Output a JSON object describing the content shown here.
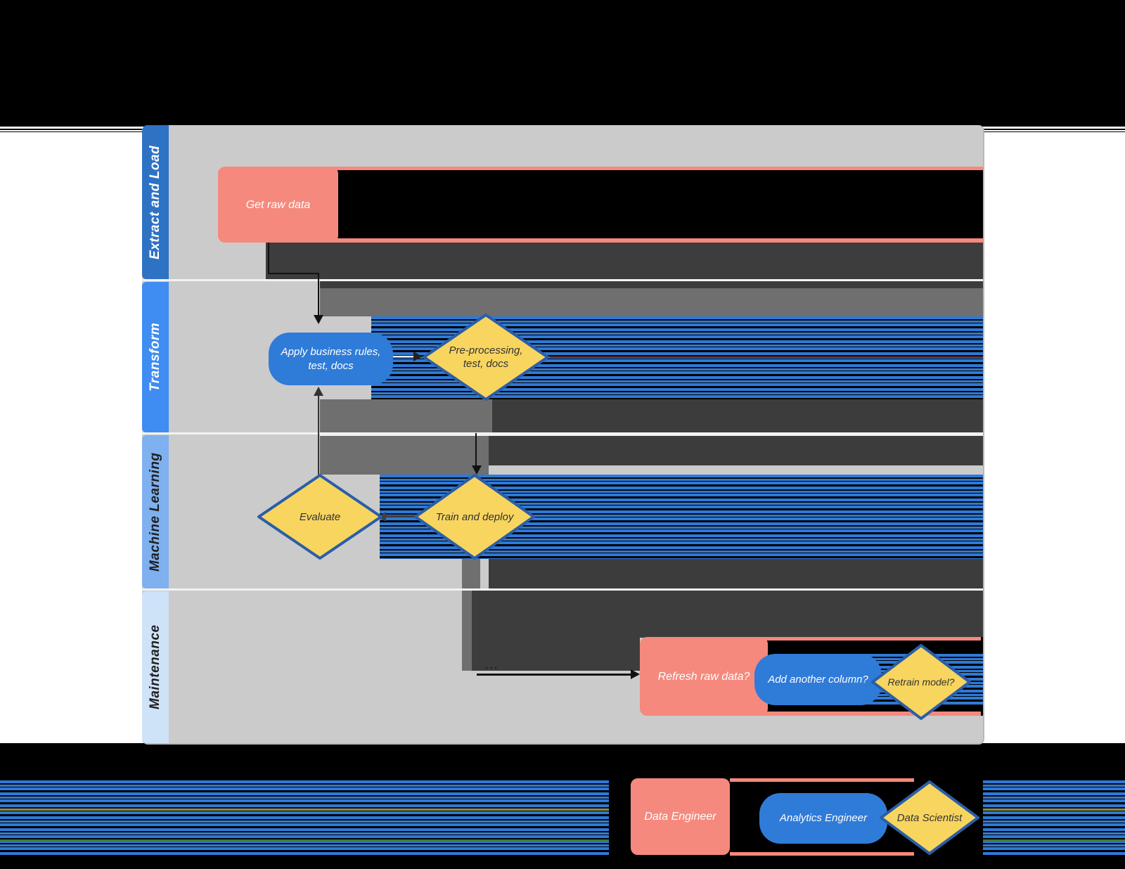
{
  "lanes": [
    {
      "label": "Extract and Load",
      "color": "#2e72c4",
      "text_color": "#ffffff"
    },
    {
      "label": "Transform",
      "color": "#3f8cf2",
      "text_color": "#ffffff"
    },
    {
      "label": "Machine Learning",
      "color": "#7fb0ef",
      "text_color": "#1f1f1f"
    },
    {
      "label": "Maintenance",
      "color": "#cfe3f8",
      "text_color": "#1f1f1f"
    }
  ],
  "shapes": {
    "get_raw_data": {
      "label": "Get raw data",
      "type": "process",
      "role": "Data Engineer",
      "color": "#f5897d"
    },
    "apply_business_rules": {
      "label": "Apply business rules, test, docs",
      "type": "rounded",
      "role": "Analytics Engineer",
      "color": "#2f7bd8"
    },
    "pre_processing": {
      "label": "Pre-processing, test, docs",
      "type": "decision",
      "role": "Data Scientist",
      "color": "#f8d55f"
    },
    "evaluate": {
      "label": "Evaluate",
      "type": "decision",
      "role": "Data Scientist",
      "color": "#f8d55f"
    },
    "train_and_deploy": {
      "label": "Train and deploy",
      "type": "decision",
      "role": "Data Scientist",
      "color": "#f8d55f"
    },
    "refresh_raw_data": {
      "label": "Refresh raw data?",
      "type": "process",
      "role": "Data Engineer",
      "color": "#f5897d"
    },
    "add_another_column": {
      "label": "Add another column?",
      "type": "rounded",
      "role": "Analytics Engineer",
      "color": "#2f7bd8"
    },
    "retrain_model": {
      "label": "Retrain model?",
      "type": "decision",
      "role": "Data Scientist",
      "color": "#f8d55f"
    }
  },
  "connectors": {
    "ellipsis_label": "..."
  },
  "legend": {
    "items": [
      {
        "label": "Data Engineer",
        "shape": "rectangle",
        "color": "#f5897d"
      },
      {
        "label": "Analytics Engineer",
        "shape": "rounded",
        "color": "#2f7bd8"
      },
      {
        "label": "Data Scientist",
        "shape": "diamond",
        "color": "#f8d55f"
      }
    ]
  },
  "colors": {
    "canvas_gray": "#cbcbcb",
    "glitch_dark": "#3d3d3d",
    "glitch_medium_gray": "#6f6f6f",
    "glitch_blue_stripe": "#2e7ad7",
    "diamond_border": "#2a5ea8",
    "page_black": "#000000"
  }
}
